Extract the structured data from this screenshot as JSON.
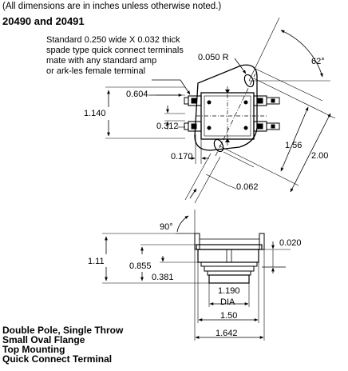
{
  "header": {
    "note": "(All dimensions are in inches unless otherwise noted.)",
    "model": "20490 and 20491"
  },
  "spec_lines": [
    "Standard 0.250 wide X 0.032 thick",
    "spade type quick connect terminals",
    "mate with any standard amp",
    "or ark-les female terminal"
  ],
  "top_view": {
    "radius": "0.050 R",
    "angle": "62°",
    "d_0604": "0.604",
    "d_1140": "1.140",
    "d_0312": "0.312",
    "d_0170": "0.170",
    "d_0062": "0.062",
    "d_156": "1.56",
    "d_200": "2.00"
  },
  "side_view": {
    "angle": "90°",
    "d_111": "1.11",
    "d_0855": "0.855",
    "d_0381": "0.381",
    "d_0020": "0.020",
    "d_1190": "1.190",
    "dia": "DIA",
    "d_150": "1.50",
    "d_1642": "1.642"
  },
  "description": [
    "Double Pole, Single Throw",
    "Small Oval Flange",
    "Top Mounting",
    "Quick Connect Terminal"
  ]
}
